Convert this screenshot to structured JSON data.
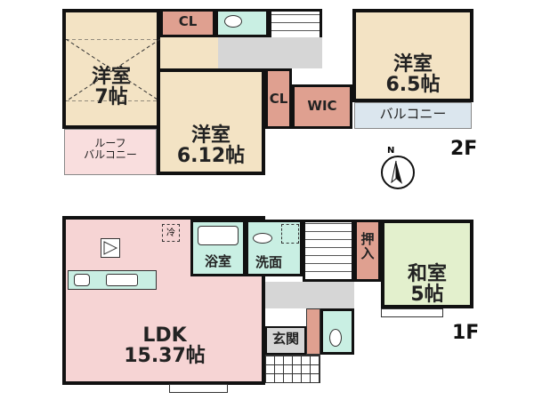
{
  "colors": {
    "western_room": "#f3e3c4",
    "closet": "#dfa090",
    "wet_area": "#c9efe3",
    "hall": "#d6d6d6",
    "ldk": "#f6d4d4",
    "roof_balcony": "#f9dede",
    "balcony": "#dbe6ee",
    "washitsu": "#e3f0cd",
    "wall": "#111111"
  },
  "floor2": {
    "label": "2F",
    "rooms": [
      {
        "id": "western-7",
        "name": "洋室",
        "size": "7帖"
      },
      {
        "id": "western-612",
        "name": "洋室",
        "size": "6.12帖"
      },
      {
        "id": "western-65",
        "name": "洋室",
        "size": "6.5帖"
      },
      {
        "id": "closet-1",
        "name": "CL"
      },
      {
        "id": "closet-2",
        "name": "CL"
      },
      {
        "id": "wic",
        "name": "WIC"
      },
      {
        "id": "roof-balcony",
        "name": "ルーフ\nバルコニー"
      },
      {
        "id": "balcony",
        "name": "バルコニー"
      }
    ],
    "compass": "N"
  },
  "floor1": {
    "label": "1F",
    "rooms": [
      {
        "id": "ldk",
        "name": "LDK",
        "size": "15.37帖"
      },
      {
        "id": "bath",
        "name": "浴室"
      },
      {
        "id": "washroom",
        "name": "洗面"
      },
      {
        "id": "storage",
        "name": "押\n入"
      },
      {
        "id": "washitsu",
        "name": "和室",
        "size": "5帖"
      },
      {
        "id": "entrance",
        "name": "玄関"
      }
    ],
    "fridge": "冷"
  }
}
